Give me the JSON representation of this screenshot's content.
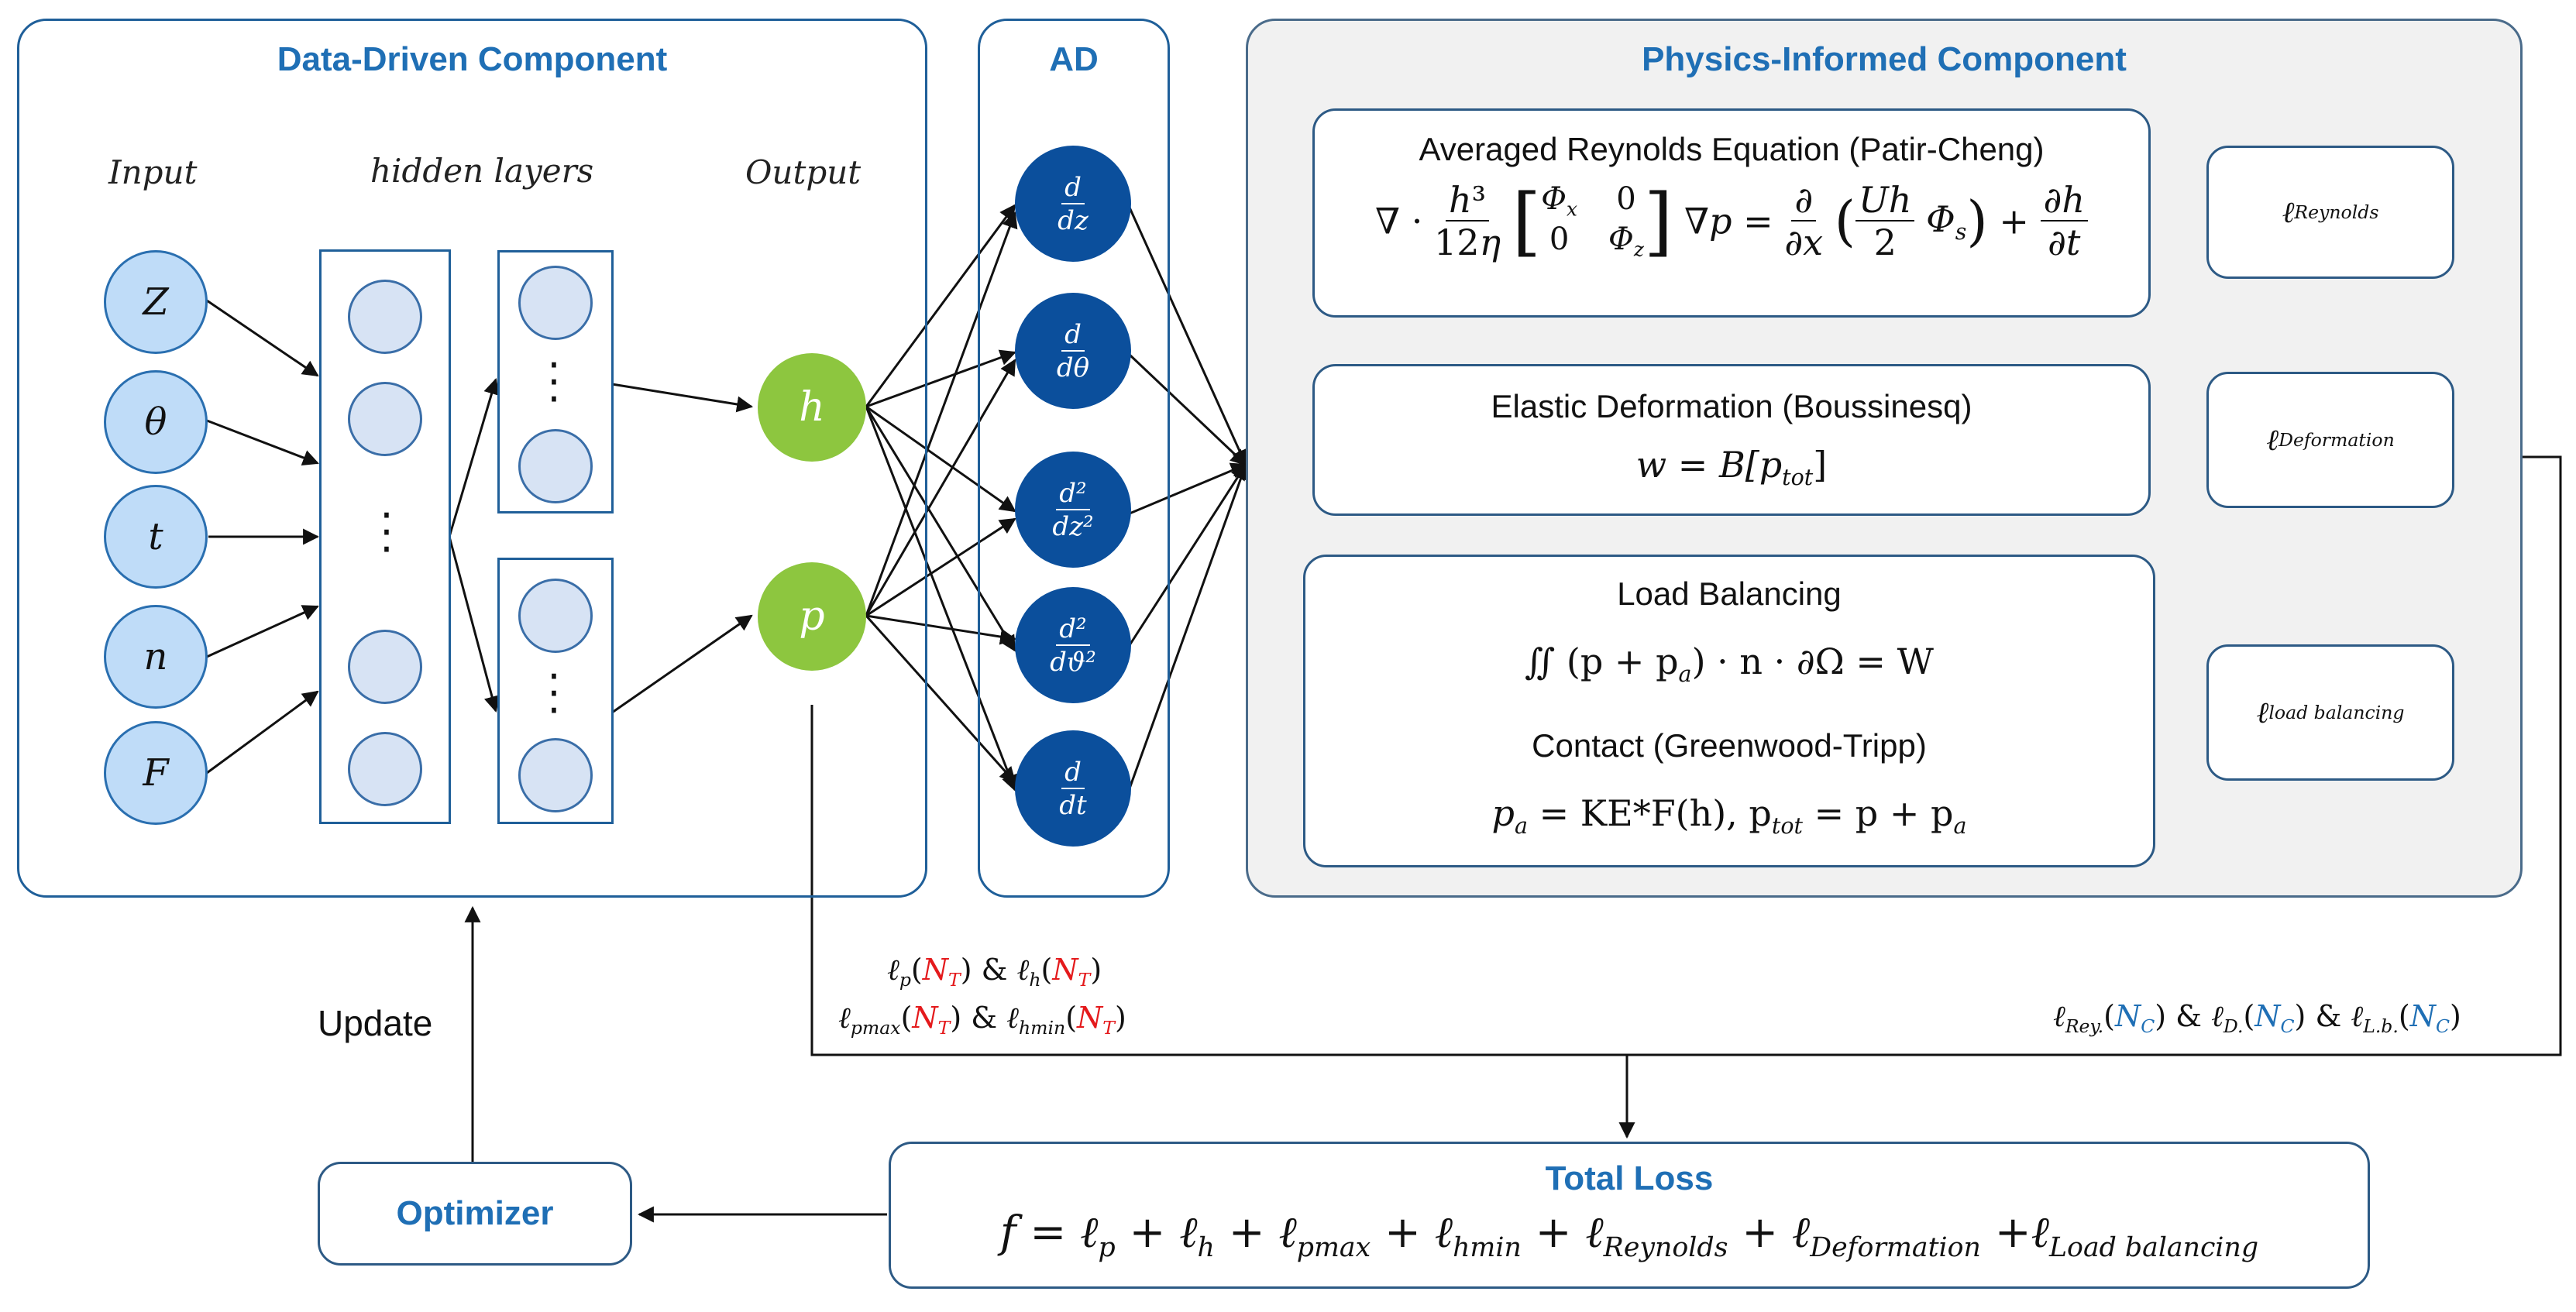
{
  "panels": {
    "data_driven": "Data-Driven Component",
    "ad": "AD",
    "physics": "Physics-Informed Component"
  },
  "columns": {
    "input": "Input",
    "hidden": "hidden layers",
    "output": "Output"
  },
  "inputs": [
    "Z",
    "θ",
    "t",
    "n",
    "F"
  ],
  "outputs": [
    "h",
    "p"
  ],
  "ad_ops": [
    {
      "num": "d",
      "den": "dz"
    },
    {
      "num": "d",
      "den": "dθ"
    },
    {
      "num": "d²",
      "den": "dz²"
    },
    {
      "num": "d²",
      "den": "dϑ²"
    },
    {
      "num": "d",
      "den": "dt"
    }
  ],
  "physics": {
    "reynolds_title": "Averaged Reynolds Equation (Patir-Cheng)",
    "deformation_title": "Elastic Deformation (Boussinesq)",
    "deformation_eq": "w = B[p",
    "deformation_sub": "tot",
    "load_title": "Load Balancing",
    "load_eq": "∬ (p + p",
    "load_eq_sub": "a",
    "load_eq_tail": ") · n · ∂Ω = W",
    "contact_title": "Contact (Greenwood-Tripp)",
    "contact_eq_a": "p",
    "contact_eq_b": " = KE",
    "contact_eq_c": "*F(h), p",
    "contact_eq_d": " = p + p"
  },
  "loss_terms": {
    "reynolds": "Reynolds",
    "deformation": "Deformation",
    "load": "load balancing"
  },
  "data_loss": {
    "line1_a": "p",
    "line1_b": "h",
    "line2_a": "pmax",
    "line2_b": "hmin",
    "nt": "N",
    "nt_sub": "T"
  },
  "physics_loss": {
    "a": "Rey.",
    "b": "D.",
    "c": "L.b.",
    "nc": "N",
    "nc_sub": "C"
  },
  "update_label": "Update",
  "optimizer_label": "Optimizer",
  "total_loss": {
    "title": "Total Loss",
    "f": "f = ",
    "terms": [
      "p",
      "h",
      "pmax",
      "hmin",
      "Reynolds",
      "Deformation",
      "Load balancing"
    ]
  },
  "colors": {
    "panel_border": "#1f5f99",
    "title_blue": "#1f6fb5",
    "input_node": "#bfdcf8",
    "output_node": "#8dc63f",
    "ad_node": "#0b4f9c",
    "highlight_red": "#e41a1c"
  }
}
